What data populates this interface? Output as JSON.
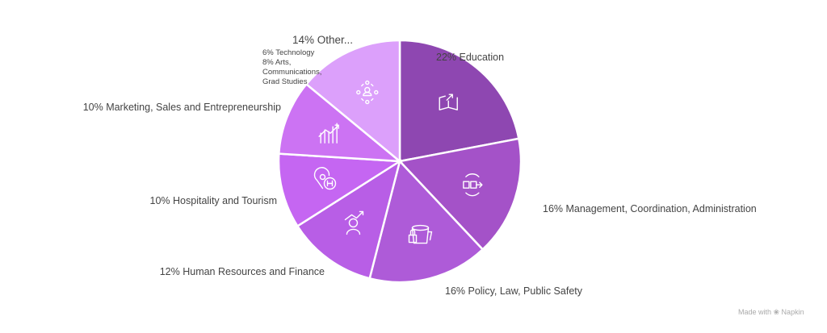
{
  "chart_data": {
    "type": "pie",
    "start": "top",
    "direction": "clockwise",
    "slices": [
      {
        "label": "22% Education",
        "value": 22,
        "color": "#8e47b1",
        "icon": "book-trend-icon"
      },
      {
        "label": "16% Management, Coordination, Administration",
        "value": 16,
        "color": "#a452c8",
        "icon": "process-flow-icon"
      },
      {
        "label": "16% Policy, Law, Public Safety",
        "value": 16,
        "color": "#ae5bd8",
        "icon": "bucket-lock-icon"
      },
      {
        "label": "12% Human Resources and Finance",
        "value": 12,
        "color": "#b85ee6",
        "icon": "person-growth-icon"
      },
      {
        "label": "10% Hospitality and Tourism",
        "value": 10,
        "color": "#c566f2",
        "icon": "location-hotel-icon"
      },
      {
        "label": "10% Marketing, Sales and Entrepreneurship",
        "value": 10,
        "color": "#cc73f3",
        "icon": "bar-chart-trend-icon"
      },
      {
        "label": "14% Other...",
        "value": 14,
        "color": "#dca0fb",
        "icon": "people-network-icon",
        "breakdown": [
          "6% Technology",
          "8% Arts,",
          "Communications,",
          "Grad Studies"
        ]
      }
    ]
  },
  "watermark": "Made with ❀ Napkin"
}
